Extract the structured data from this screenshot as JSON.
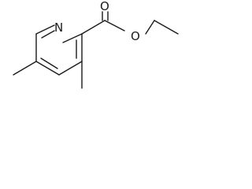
{
  "structure": {
    "atom_labels": {
      "ring_nitrogen": "N",
      "carbonyl_oxygen": "O",
      "ester_oxygen": "O"
    },
    "substituents": [
      "methyl",
      "methyl",
      "ethyl ester"
    ],
    "colors": {
      "bond": "#1a1a1a",
      "background": "#ffffff"
    }
  }
}
